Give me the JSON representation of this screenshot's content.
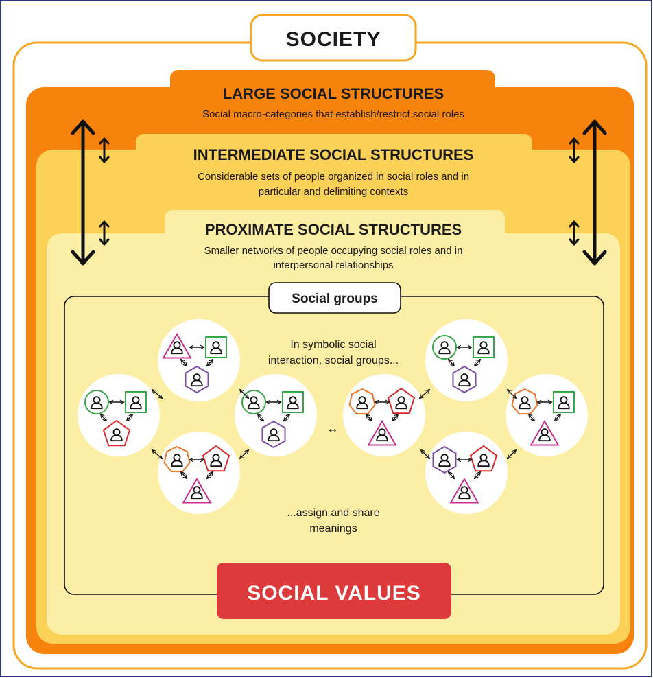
{
  "society": {
    "title": "SOCIETY"
  },
  "large": {
    "title": "LARGE SOCIAL STRUCTURES",
    "desc": "Social macro-categories that establish/restrict social roles"
  },
  "intermediate": {
    "title": "INTERMEDIATE SOCIAL STRUCTURES",
    "desc_line1": "Considerable sets of people organized in social roles and in",
    "desc_line2": "particular and delimiting contexts"
  },
  "proximate": {
    "title": "PROXIMATE SOCIAL STRUCTURES",
    "desc_line1": "Smaller networks of people occupying social roles and in",
    "desc_line2": "interpersonal relationships"
  },
  "groups": {
    "label": "Social groups",
    "top_text_line1": "In symbolic social",
    "top_text_line2": "interaction, social groups...",
    "bottom_text_line1": "...assign and share",
    "bottom_text_line2": "meanings",
    "center_link": "↔"
  },
  "values": {
    "label": "SOCIAL VALUES"
  },
  "colors": {
    "society_border": "#f5a623",
    "large_fill": "#f7830f",
    "intermediate_fill": "#fcd158",
    "proximate_fill": "#fdeea6",
    "values_fill": "#dc3a3b",
    "circle": "#green-purple-red-orange"
  },
  "icons": [
    "person-icon",
    "circle-shape",
    "square-shape",
    "triangle-shape",
    "pentagon-shape",
    "hexagon-shape",
    "heptagon-shape",
    "double-arrow-icon"
  ]
}
